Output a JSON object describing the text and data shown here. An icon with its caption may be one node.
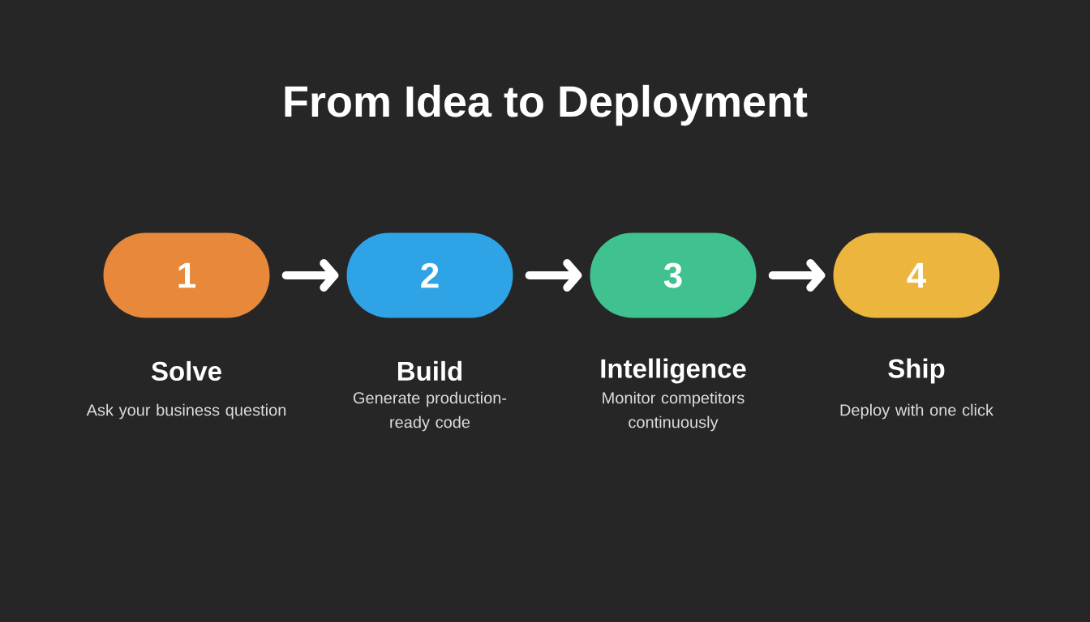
{
  "diagram": {
    "title": "From Idea to Deployment",
    "nodes": [
      {
        "text": [
          "1"
        ],
        "beside": [
          "Solve",
          "Ask your business question"
        ]
      },
      {
        "text": [
          "2"
        ],
        "beside": [
          "Build",
          "Generate production-ready code"
        ]
      },
      {
        "text": [
          "3"
        ],
        "beside": [
          "Intelligence",
          "Monitor competitors continuously"
        ]
      },
      {
        "text": [
          "4"
        ],
        "beside": [
          "Ship",
          "Deploy with one click"
        ]
      }
    ],
    "edges": [
      {
        "from": 0,
        "to": 1,
        "arrow": "to"
      },
      {
        "from": 1,
        "to": 2,
        "arrow": "to"
      },
      {
        "from": 2,
        "to": 3,
        "arrow": "to"
      }
    ]
  }
}
